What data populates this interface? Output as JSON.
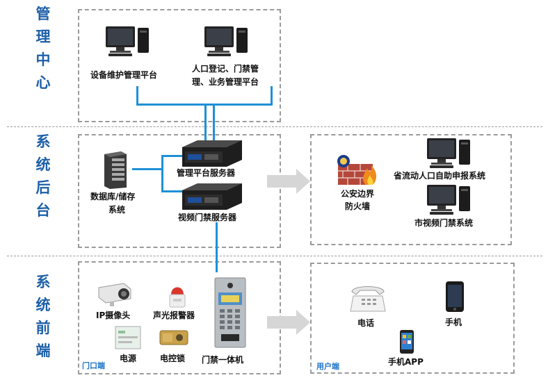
{
  "side": {
    "management": [
      "管",
      "理",
      "中",
      "心"
    ],
    "backend": [
      "系",
      "统",
      "后",
      "台"
    ],
    "frontend": [
      "系",
      "统",
      "前",
      "端"
    ]
  },
  "management": {
    "device_platform": "设备维护管理平台",
    "population_line1": "人口登记、门禁管",
    "population_line2": "理、业务管理平台"
  },
  "backend": {
    "db_line1": "数据库/储存",
    "db_line2": "系统",
    "mgmt_server": "管理平台服务器",
    "video_server": "视频门禁服务器"
  },
  "external": {
    "firewall_line1": "公安边界",
    "firewall_line2": "防火墙",
    "provincial": "省流动人口自助申报系统",
    "city_video": "市视频门禁系统"
  },
  "door": {
    "tag": "门口端",
    "ip_camera": "IP摄像头",
    "alarm": "声光报警器",
    "power": "电源",
    "lock": "电控锁",
    "access_unit": "门禁一体机"
  },
  "user": {
    "tag": "用户端",
    "telephone": "电话",
    "mobile": "手机",
    "app": "手机APP"
  },
  "colors": {
    "side_text": "#1d5fa8",
    "connector": "#1e90d6",
    "tag": "#1d73c8",
    "dash": "#9a9a9a"
  }
}
